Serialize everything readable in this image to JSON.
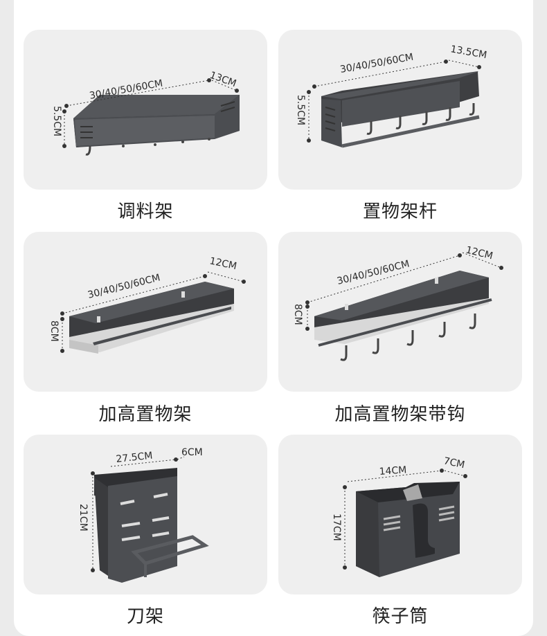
{
  "products": [
    {
      "name": "调料架",
      "length": "30/40/50/60CM",
      "depth": "13CM",
      "height": "5.5CM"
    },
    {
      "name": "置物架杆",
      "length": "30/40/50/60CM",
      "depth": "13.5CM",
      "height": "5.5CM"
    },
    {
      "name": "加高置物架",
      "length": "30/40/50/60CM",
      "depth": "12CM",
      "height": "8CM"
    },
    {
      "name": "加高置物架带钩",
      "length": "30/40/50/60CM",
      "depth": "12CM",
      "height": "8CM"
    },
    {
      "name": "刀架",
      "length": "27.5CM",
      "depth": "6CM",
      "height": "21CM"
    },
    {
      "name": "筷子筒",
      "length": "14CM",
      "depth": "7CM",
      "height": "17CM"
    }
  ],
  "colors": {
    "product": "#4a4c50",
    "product_dark": "#2f3033",
    "card": "#efefef",
    "text": "#222222"
  }
}
